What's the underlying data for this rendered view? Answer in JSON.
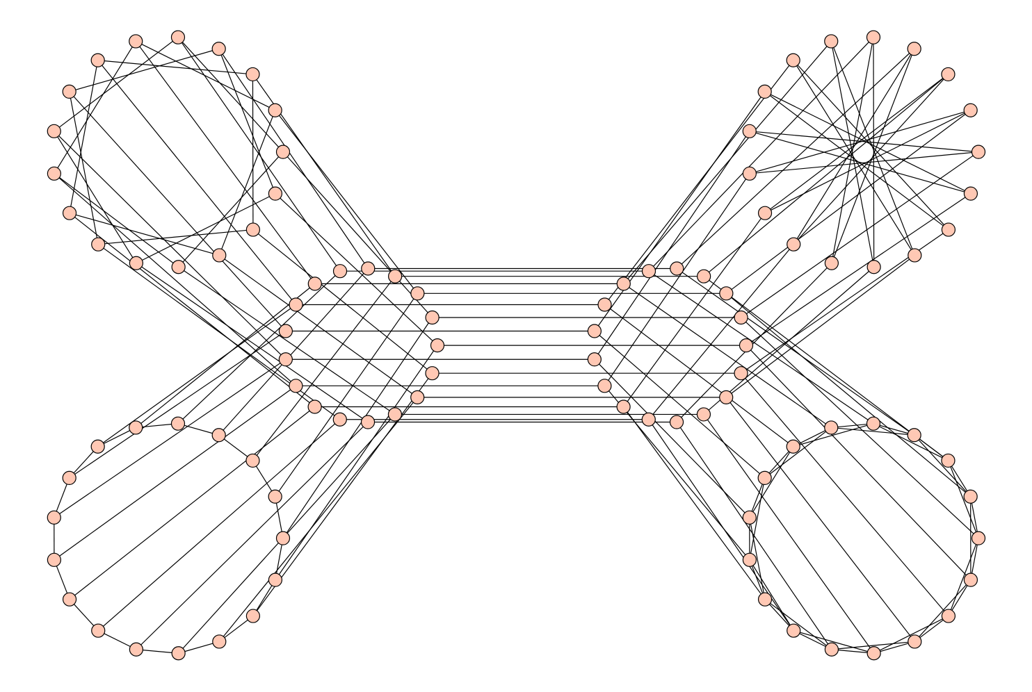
{
  "graph": {
    "node_fill": "#ffc8b4",
    "node_stroke": "#000000",
    "edge_color": "#000000",
    "nodes_per_group": 17,
    "groups": [
      {
        "id": "top-left",
        "ring_steps": [
          4
        ]
      },
      {
        "id": "bottom-left",
        "ring_steps": [
          1
        ]
      },
      {
        "id": "top-right",
        "ring_steps": [
          8
        ]
      },
      {
        "id": "bottom-right",
        "ring_steps": [
          1,
          2
        ]
      },
      {
        "id": "center-left",
        "ring_steps": []
      },
      {
        "id": "center-right",
        "ring_steps": []
      }
    ],
    "links": [
      {
        "from": "top-left",
        "to": "center-left"
      },
      {
        "from": "bottom-left",
        "to": "center-left"
      },
      {
        "from": "top-right",
        "to": "center-right"
      },
      {
        "from": "bottom-right",
        "to": "center-right"
      },
      {
        "from": "center-left",
        "to": "center-right"
      }
    ]
  }
}
